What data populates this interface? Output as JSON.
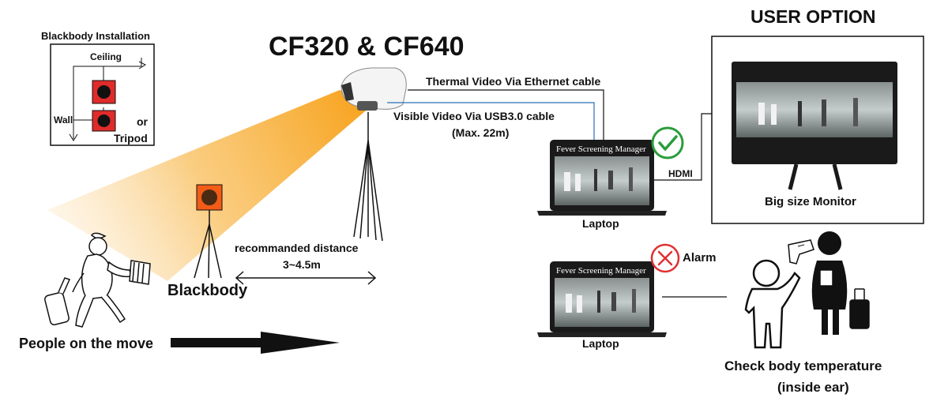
{
  "diagram": {
    "title": "CF320 & CF640",
    "user_option_title": "USER OPTION",
    "blackbody_installation": {
      "title": "Blackbody Installation",
      "ceiling": "Ceiling",
      "wall": "Wall",
      "or": "or",
      "tripod": "Tripod"
    },
    "cables": {
      "thermal": "Thermal Video Via Ethernet cable",
      "visible_line1": "Visible Video Via USB3.0 cable",
      "visible_line2": "(Max. 22m)"
    },
    "distance": {
      "line1": "recommanded distance",
      "line2": "3~4.5m"
    },
    "blackbody_label": "Blackbody",
    "people_label": "People on the move",
    "laptops": [
      {
        "label": "Laptop",
        "app_title": "Fever Screening Manager",
        "status": "check-icon"
      },
      {
        "label": "Laptop",
        "app_title": "Fever Screening Manager",
        "status": "cross-icon"
      }
    ],
    "hdmi": "HDMI",
    "monitor_label": "Big size Monitor",
    "alarm": "Alarm",
    "check_line1": "Check body temperature",
    "check_line2": "(inside ear)",
    "colors": {
      "beam": "#f7a21b",
      "blackbody_red": "#e02b2b",
      "blackbody_orange": "#f25c16",
      "usb_cable": "#2b6fb8",
      "check": "#2a9d3c",
      "cross": "#e03030"
    }
  }
}
